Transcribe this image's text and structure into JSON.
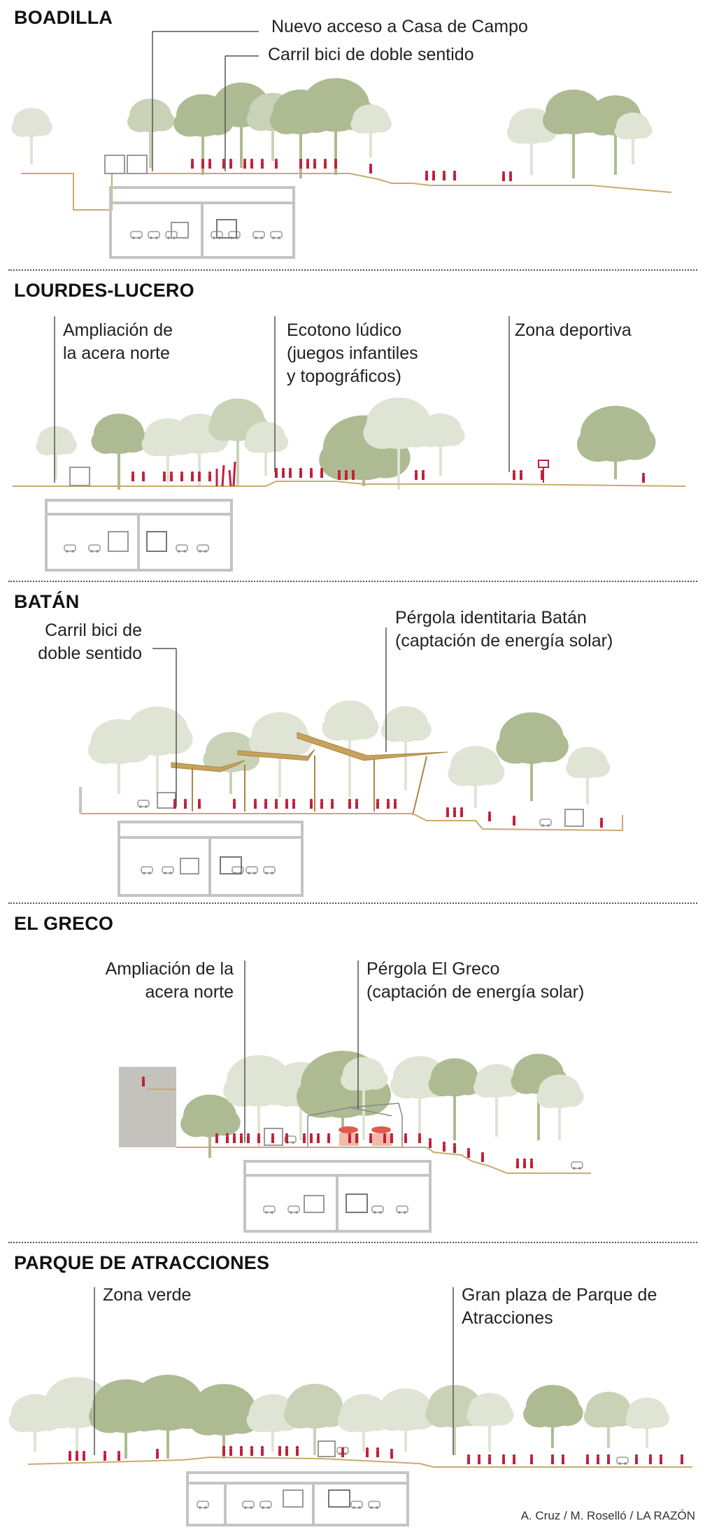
{
  "sections": [
    {
      "title": "BOADILLA",
      "callouts": [
        "Nuevo acceso a Casa de Campo",
        "Carril bici de doble sentido"
      ]
    },
    {
      "title": "LOURDES-LUCERO",
      "callouts": [
        "Ampliación de\nla acera norte",
        "Ecotono lúdico\n(juegos infantiles\ny topográficos)",
        "Zona deportiva"
      ]
    },
    {
      "title": "BATÁN",
      "callouts": [
        "Carril bici de\ndoble sentido",
        "Pérgola identitaria Batán\n(captación de energía solar)"
      ]
    },
    {
      "title": "EL GRECO",
      "callouts": [
        "Ampliación de la\nacera norte",
        "Pérgola El Greco\n(captación de energía solar)"
      ]
    },
    {
      "title": "PARQUE DE ATRACCIONES",
      "callouts": [
        "Zona verde",
        "Gran plaza de Parque de\nAtracciones"
      ]
    }
  ],
  "credit": "A. Cruz / M. Roselló / LA RAZÓN",
  "colors": {
    "tree_light": "#dfe4d4",
    "tree_mid": "#c9d2b6",
    "tree_dark": "#aebb92",
    "people": "#c0203a",
    "ground": "#c9ab6e",
    "tunnel": "#c4c4c4",
    "pergola": "#c6a25a"
  }
}
